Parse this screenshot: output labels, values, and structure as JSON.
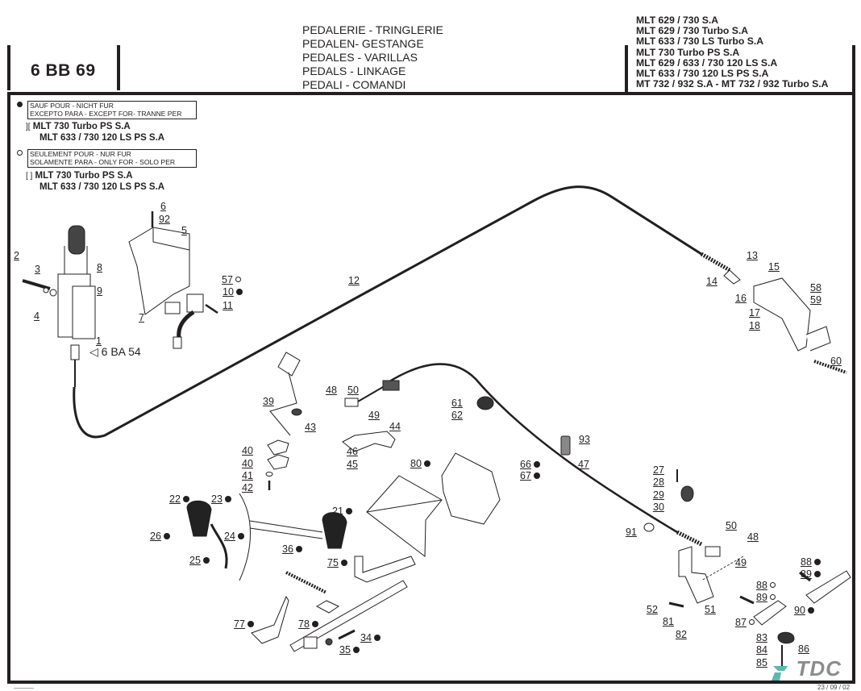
{
  "header": {
    "page_code": "6 BB 69",
    "titles": [
      "PEDALERIE - TRINGLERIE",
      "PEDALEN- GESTANGE",
      "PEDALES - VARILLAS",
      "PEDALS - LINKAGE",
      "PEDALI - COMANDI"
    ],
    "models": [
      "MLT 629 / 730 S.A",
      "MLT 629 / 730 Turbo S.A",
      "MLT 633 / 730 LS Turbo S.A",
      "MLT 730 Turbo PS S.A",
      "MLT 629 / 633 / 730 120 LS S.A",
      "MLT 633 / 730 120 LS  PS S.A",
      "MT 732 / 932 S.A - MT 732 / 932 Turbo S.A"
    ]
  },
  "legend": {
    "except": {
      "line1": "SAUF POUR - NICHT FUR",
      "line2": "EXCEPTO PARA - EXCEPT FOR- TRANNE PER",
      "bracket": "][",
      "models": [
        "MLT 730 Turbo PS S.A",
        "MLT 633 / 730 120 LS PS S.A"
      ]
    },
    "only": {
      "line1": "SEULEMENT POUR - NUR FUR",
      "line2": "SOLAMENTE PARA - ONLY FOR - SOLO PER",
      "bracket": "[ ]",
      "models": [
        "MLT 730 Turbo PS S.A",
        "MLT 633 / 730 120 LS PS S.A"
      ]
    }
  },
  "cross_reference": "6 BA 54",
  "callouts": [
    {
      "n": "1",
      "mark": ""
    },
    {
      "n": "2",
      "mark": ""
    },
    {
      "n": "3",
      "mark": ""
    },
    {
      "n": "4",
      "mark": ""
    },
    {
      "n": "5",
      "mark": ""
    },
    {
      "n": "6",
      "mark": ""
    },
    {
      "n": "7",
      "mark": ""
    },
    {
      "n": "8",
      "mark": ""
    },
    {
      "n": "9",
      "mark": ""
    },
    {
      "n": "10",
      "mark": "filled"
    },
    {
      "n": "11",
      "mark": ""
    },
    {
      "n": "12",
      "mark": ""
    },
    {
      "n": "13",
      "mark": ""
    },
    {
      "n": "14",
      "mark": ""
    },
    {
      "n": "15",
      "mark": ""
    },
    {
      "n": "16",
      "mark": ""
    },
    {
      "n": "17",
      "mark": ""
    },
    {
      "n": "18",
      "mark": ""
    },
    {
      "n": "21",
      "mark": "filled"
    },
    {
      "n": "22",
      "mark": "filled"
    },
    {
      "n": "23",
      "mark": "filled"
    },
    {
      "n": "24",
      "mark": "filled"
    },
    {
      "n": "25",
      "mark": "filled"
    },
    {
      "n": "26",
      "mark": "filled"
    },
    {
      "n": "27",
      "mark": ""
    },
    {
      "n": "28",
      "mark": ""
    },
    {
      "n": "29",
      "mark": ""
    },
    {
      "n": "30",
      "mark": ""
    },
    {
      "n": "34",
      "mark": "filled"
    },
    {
      "n": "35",
      "mark": "filled"
    },
    {
      "n": "36",
      "mark": "filled"
    },
    {
      "n": "39",
      "mark": ""
    },
    {
      "n": "40",
      "mark": ""
    },
    {
      "n": "40",
      "mark": ""
    },
    {
      "n": "41",
      "mark": ""
    },
    {
      "n": "42",
      "mark": ""
    },
    {
      "n": "43",
      "mark": ""
    },
    {
      "n": "44",
      "mark": ""
    },
    {
      "n": "45",
      "mark": ""
    },
    {
      "n": "46",
      "mark": ""
    },
    {
      "n": "47",
      "mark": ""
    },
    {
      "n": "48",
      "mark": ""
    },
    {
      "n": "48",
      "mark": ""
    },
    {
      "n": "49",
      "mark": ""
    },
    {
      "n": "49",
      "mark": ""
    },
    {
      "n": "50",
      "mark": ""
    },
    {
      "n": "50",
      "mark": ""
    },
    {
      "n": "51",
      "mark": ""
    },
    {
      "n": "52",
      "mark": ""
    },
    {
      "n": "57",
      "mark": "open"
    },
    {
      "n": "58",
      "mark": ""
    },
    {
      "n": "59",
      "mark": ""
    },
    {
      "n": "60",
      "mark": ""
    },
    {
      "n": "61",
      "mark": ""
    },
    {
      "n": "62",
      "mark": ""
    },
    {
      "n": "66",
      "mark": "filled"
    },
    {
      "n": "67",
      "mark": "filled"
    },
    {
      "n": "75",
      "mark": "filled"
    },
    {
      "n": "77",
      "mark": "filled"
    },
    {
      "n": "78",
      "mark": "filled"
    },
    {
      "n": "80",
      "mark": "filled"
    },
    {
      "n": "81",
      "mark": ""
    },
    {
      "n": "82",
      "mark": ""
    },
    {
      "n": "83",
      "mark": ""
    },
    {
      "n": "84",
      "mark": ""
    },
    {
      "n": "85",
      "mark": ""
    },
    {
      "n": "86",
      "mark": ""
    },
    {
      "n": "87",
      "mark": "open"
    },
    {
      "n": "88",
      "mark": "open"
    },
    {
      "n": "88",
      "mark": "filled"
    },
    {
      "n": "89",
      "mark": "open"
    },
    {
      "n": "89",
      "mark": "filled"
    },
    {
      "n": "90",
      "mark": "filled"
    },
    {
      "n": "91",
      "mark": ""
    },
    {
      "n": "92",
      "mark": ""
    },
    {
      "n": "93",
      "mark": ""
    }
  ],
  "footer": {
    "logo": "TDC",
    "date": "23 / 09 / 02"
  },
  "colors": {
    "ink": "#231f20",
    "logo_gray": "#8a8c8e",
    "logo_teal": "#5bb8b0"
  }
}
